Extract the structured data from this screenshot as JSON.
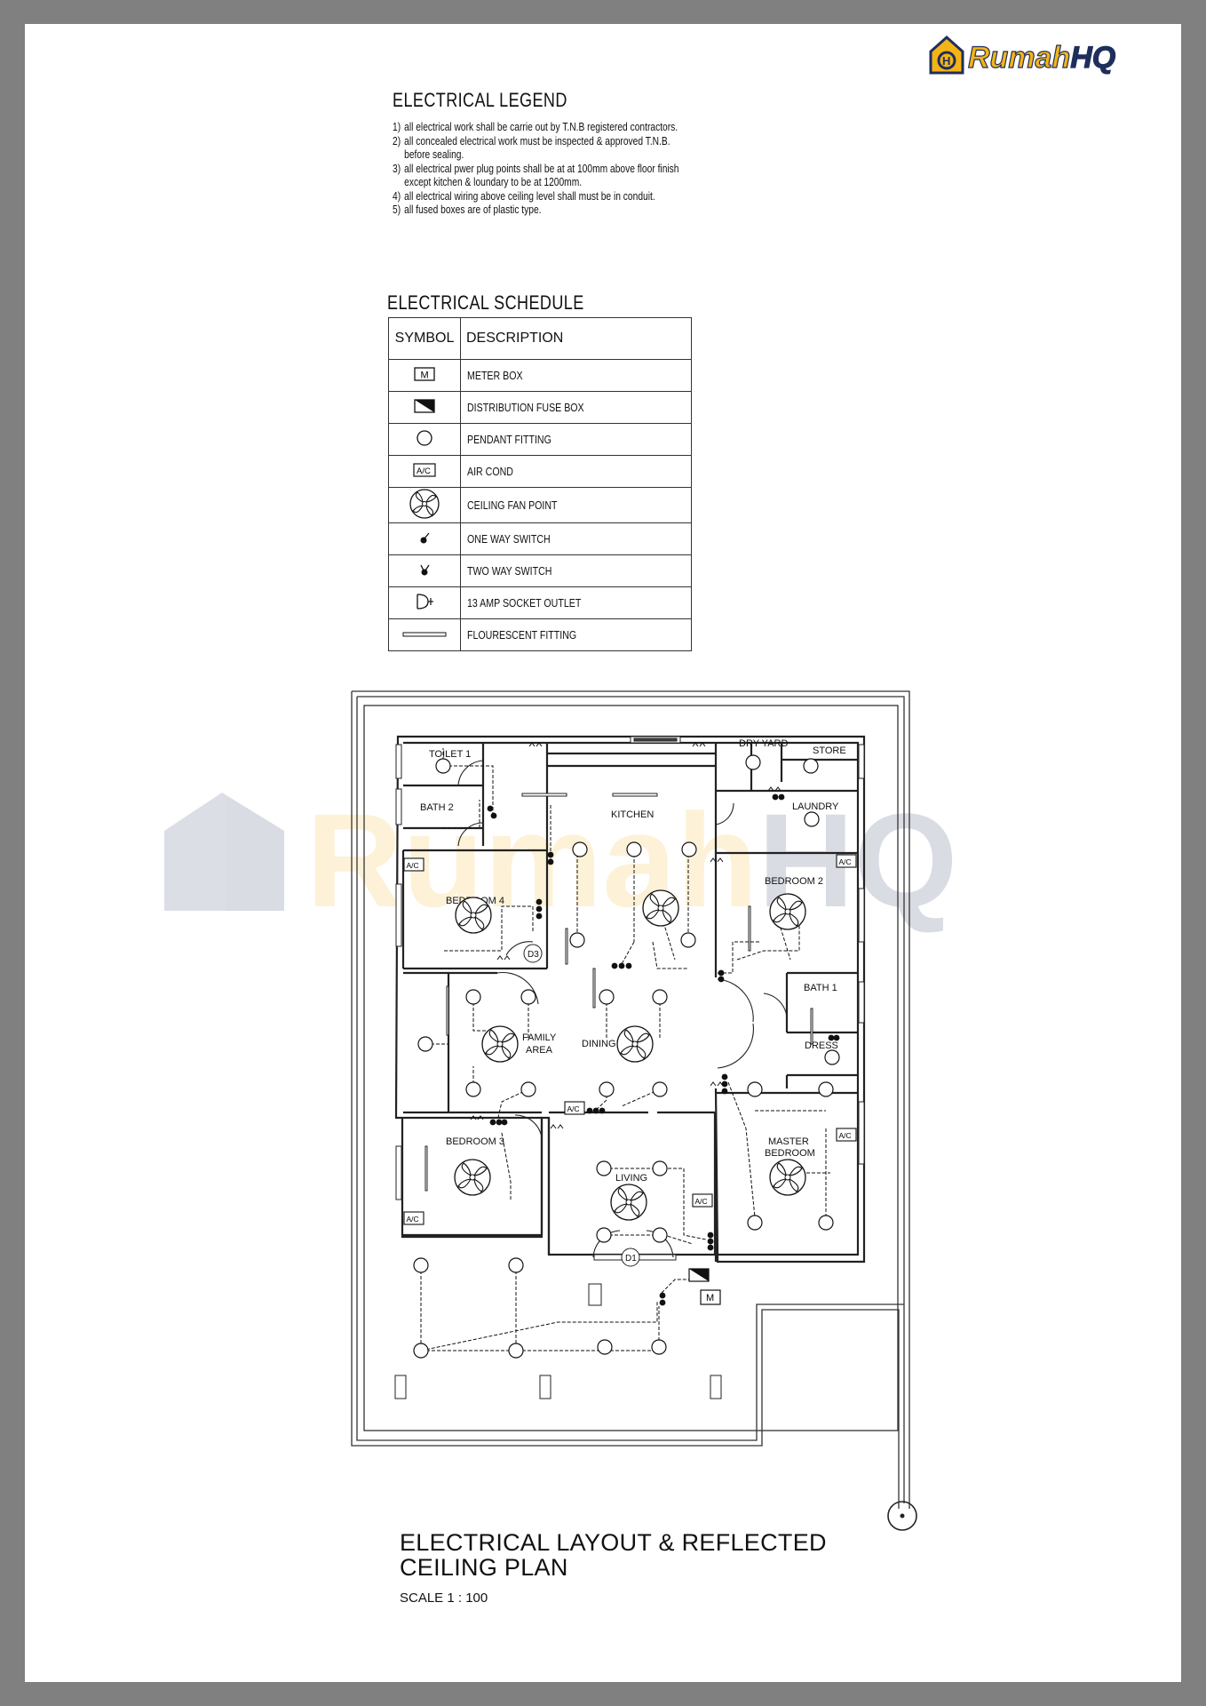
{
  "brand": {
    "text_a": "Rumah",
    "text_b": "HQ",
    "colors": {
      "gold": "#f5b416",
      "navy": "#1e2f5c"
    }
  },
  "legend": {
    "title": "ELECTRICAL LEGEND",
    "notes": [
      {
        "num": "1)",
        "text": "all electrical work shall be carrie out by T.N.B registered contractors."
      },
      {
        "num": "2)",
        "text": "all concealed electrical work must be inspected & approved T.N.B. before sealing."
      },
      {
        "num": "3)",
        "text": "all electrical pwer plug points shall be at at 100mm above floor finish except kitchen & loundary to be at 1200mm."
      },
      {
        "num": "4)",
        "text": "all electrical wiring above ceiling level shall must be in conduit."
      },
      {
        "num": "5)",
        "text": "all fused boxes are of plastic type."
      }
    ]
  },
  "schedule": {
    "title": "ELECTRICAL SCHEDULE",
    "headers": {
      "symbol": "SYMBOL",
      "description": "DESCRIPTION"
    },
    "rows": [
      {
        "icon": "meter-box-icon",
        "desc": "METER BOX",
        "glyph": "M"
      },
      {
        "icon": "distribution-fuse-box-icon",
        "desc": "DISTRIBUTION FUSE BOX"
      },
      {
        "icon": "pendant-fitting-icon",
        "desc": "PENDANT FITTING"
      },
      {
        "icon": "air-cond-icon",
        "desc": "AIR COND",
        "glyph": "A/C"
      },
      {
        "icon": "ceiling-fan-icon",
        "desc": "CEILING FAN POINT"
      },
      {
        "icon": "one-way-switch-icon",
        "desc": "ONE WAY SWITCH"
      },
      {
        "icon": "two-way-switch-icon",
        "desc": "TWO WAY SWITCH"
      },
      {
        "icon": "socket-outlet-icon",
        "desc": "13 AMP SOCKET OUTLET"
      },
      {
        "icon": "fluorescent-fitting-icon",
        "desc": "FLOURESCENT FITTING"
      }
    ]
  },
  "plan": {
    "rooms": {
      "toilet1": "TOILET 1",
      "bath2": "BATH 2",
      "kitchen": "KITCHEN",
      "dry_yard": "DRY YARD",
      "store": "STORE",
      "laundry": "LAUNDRY",
      "bedroom4": "BEDROOM 4",
      "bedroom2": "BEDROOM 2",
      "bath1": "BATH 1",
      "family_a": "FAMILY",
      "family_b": "AREA",
      "dining": "DINING",
      "dress": "DRESS",
      "bedroom3": "BEDROOM 3",
      "master_a": "MASTER",
      "master_b": "BEDROOM",
      "living": "LIVING"
    },
    "doors": {
      "d3": "D3",
      "d1": "D1"
    },
    "ac_label": "A/C",
    "meter_label": "M"
  },
  "title_block": {
    "line1": "ELECTRICAL LAYOUT & REFLECTED",
    "line2": "CEILING PLAN",
    "scale": "SCALE 1 : 100"
  }
}
